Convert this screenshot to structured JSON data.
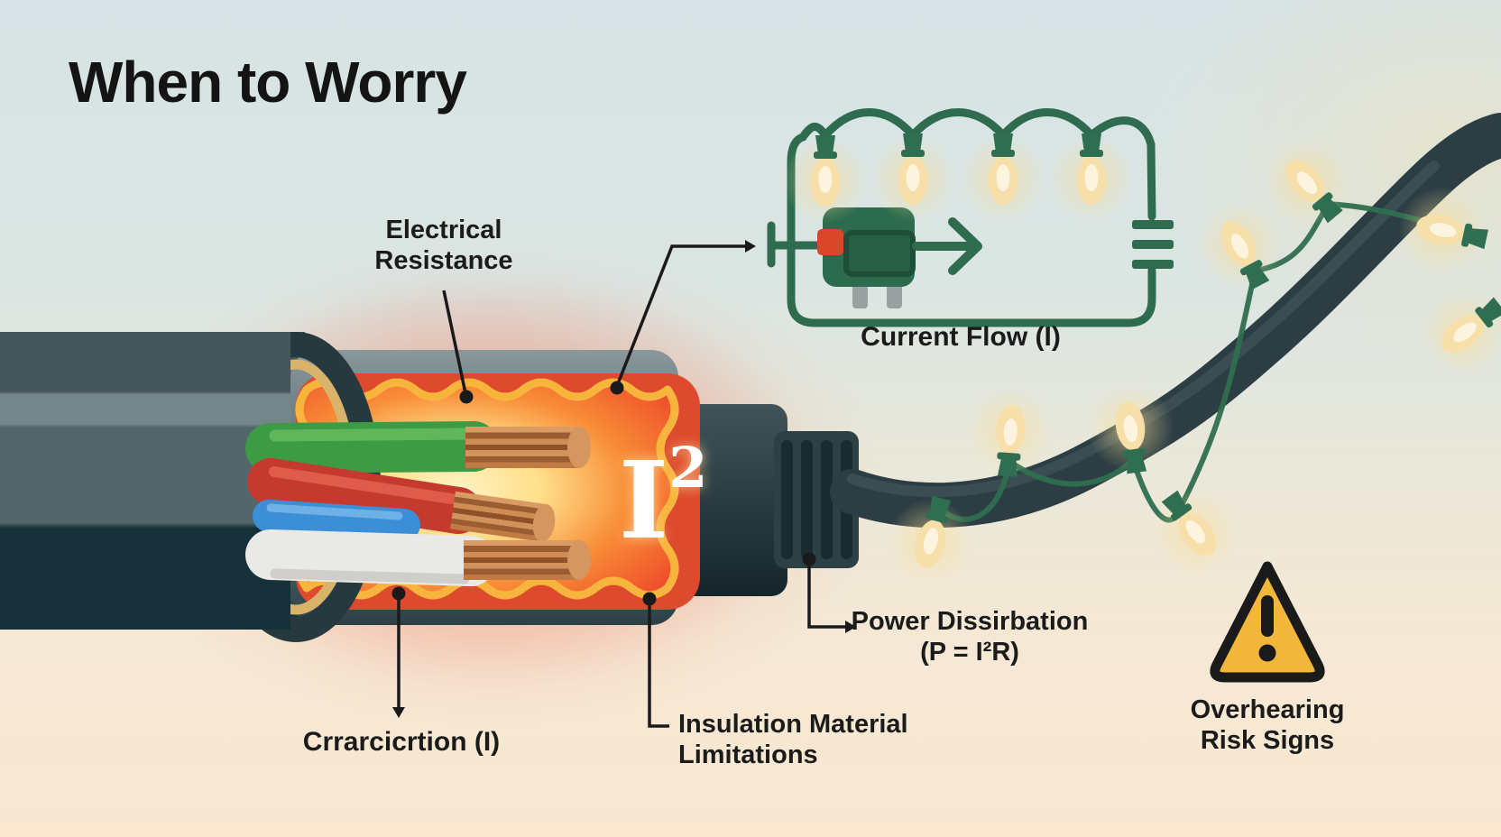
{
  "title": "When to Worry",
  "hot_zone": {
    "i_squared_base": "I",
    "i_squared_sup": "2"
  },
  "callouts": {
    "electrical_resistance": "Electrical Resistance",
    "current_flow": "Current Flow (I)",
    "power_line1": "Power Dissirbation",
    "power_line2": "(P = I²R)",
    "current_garbled": "Crrarcicrtion (I)",
    "insulation_line1": "Insulation Material",
    "insulation_line2": "Limitations",
    "overheating_line1": "Overhearing",
    "overheating_line2": "Risk Signs"
  },
  "icons": [
    "cable-cross-section-icon",
    "copper-strands-icon",
    "plug-icon",
    "string-lights-icon",
    "circuit-loop-icon",
    "circuit-plug-icon",
    "battery-icon",
    "current-arrow-icon",
    "warning-triangle-icon",
    "light-bulb-icon"
  ],
  "colors": {
    "background_top": "#d7e3e5",
    "background_bottom": "#f9e7d0",
    "cable_dark": "#2c3e44",
    "heat_red": "#e0472e",
    "flame_yellow": "#f8b53e",
    "heat_core": "#ffe79b",
    "circuit_green": "#2e6b4f",
    "bulb_warm": "#f6dfa8",
    "warning_amber": "#f2b63b",
    "wire_green": "#3d9b45",
    "wire_red": "#c53a2e",
    "wire_blue": "#3c8ed6",
    "wire_white": "#e9e9e7",
    "copper": "#c9854f",
    "text": "#1b1b1b"
  }
}
